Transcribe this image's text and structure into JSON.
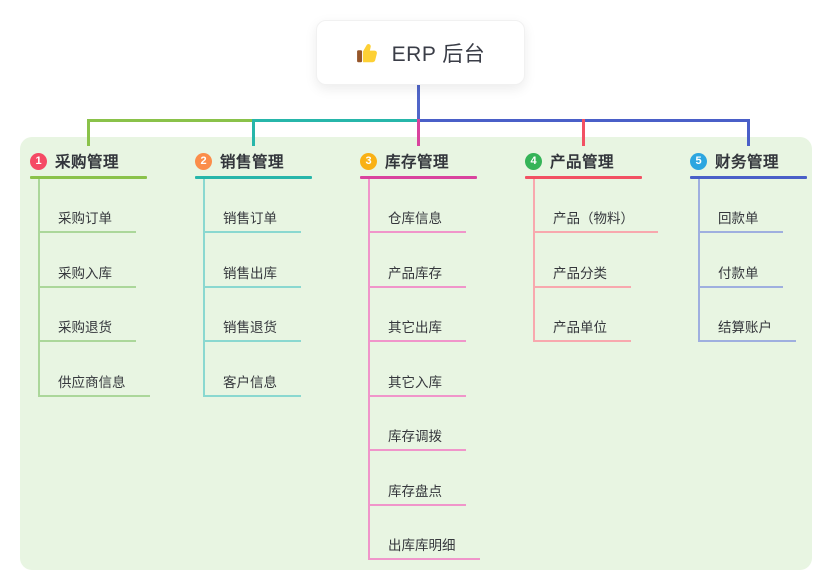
{
  "root": {
    "label": "ERP 后台",
    "icon": "thumbs-up-icon"
  },
  "colors": {
    "panel_bg": "#e8f5e2",
    "root_connector": "#5166c9",
    "root_text": "#3a3d47"
  },
  "branches": [
    {
      "num": "1",
      "label": "采购管理",
      "badge_color": "#f54a64",
      "line_color": "#8ac24a",
      "child_line_color": "#abd79a",
      "items": [
        "采购订单",
        "采购入库",
        "采购退货",
        "供应商信息"
      ]
    },
    {
      "num": "2",
      "label": "销售管理",
      "badge_color": "#fb8d4a",
      "line_color": "#27b6aa",
      "child_line_color": "#8ad8d0",
      "items": [
        "销售订单",
        "销售出库",
        "销售退货",
        "客户信息"
      ]
    },
    {
      "num": "3",
      "label": "库存管理",
      "badge_color": "#f9b115",
      "line_color": "#d9439e",
      "child_line_color": "#f095ca",
      "items": [
        "仓库信息",
        "产品库存",
        "其它出库",
        "其它入库",
        "库存调拨",
        "库存盘点",
        "出库库明细"
      ]
    },
    {
      "num": "4",
      "label": "产品管理",
      "badge_color": "#35b458",
      "line_color": "#f25163",
      "child_line_color": "#f8a8ae",
      "items": [
        "产品（物料）",
        "产品分类",
        "产品单位"
      ]
    },
    {
      "num": "5",
      "label": "财务管理",
      "badge_color": "#2ca6e0",
      "line_color": "#4a5fc8",
      "child_line_color": "#9fafdf",
      "items": [
        "回款单",
        "付款单",
        "结算账户"
      ]
    }
  ]
}
